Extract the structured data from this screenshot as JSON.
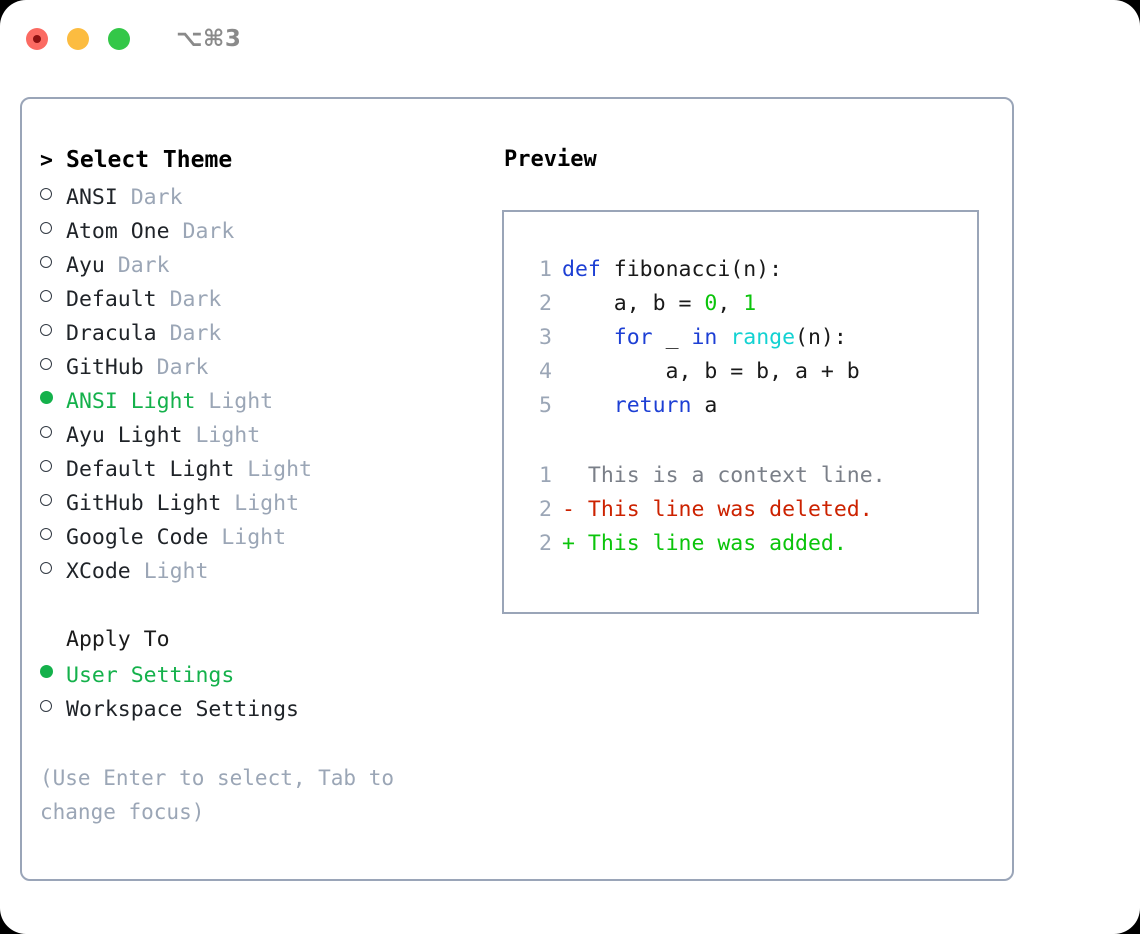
{
  "window": {
    "shortcut_label": "⌥⌘3",
    "traffic_lights": [
      {
        "name": "close",
        "color": "#fb6a62"
      },
      {
        "name": "minimize",
        "color": "#fcbc40"
      },
      {
        "name": "maximize",
        "color": "#33c748"
      }
    ]
  },
  "theme_picker": {
    "header_marker": ">",
    "header": "Select Theme",
    "items": [
      {
        "marker": "ring",
        "name": "ANSI",
        "kind": "Dark",
        "selected": false
      },
      {
        "marker": "ring",
        "name": "Atom One",
        "kind": "Dark",
        "selected": false
      },
      {
        "marker": "ring",
        "name": "Ayu",
        "kind": "Dark",
        "selected": false
      },
      {
        "marker": "ring",
        "name": "Default",
        "kind": "Dark",
        "selected": false
      },
      {
        "marker": "ring",
        "name": "Dracula",
        "kind": "Dark",
        "selected": false
      },
      {
        "marker": "ring",
        "name": "GitHub",
        "kind": "Dark",
        "selected": false
      },
      {
        "marker": "dot",
        "name": "ANSI Light",
        "kind": "Light",
        "selected": true
      },
      {
        "marker": "ring",
        "name": "Ayu Light",
        "kind": "Light",
        "selected": false
      },
      {
        "marker": "ring",
        "name": "Default Light",
        "kind": "Light",
        "selected": false
      },
      {
        "marker": "ring",
        "name": "GitHub Light",
        "kind": "Light",
        "selected": false
      },
      {
        "marker": "ring",
        "name": "Google Code",
        "kind": "Light",
        "selected": false
      },
      {
        "marker": "ring",
        "name": "XCode",
        "kind": "Light",
        "selected": false
      }
    ]
  },
  "apply_to": {
    "header": "Apply To",
    "options": [
      {
        "marker": "dot",
        "label": "User Settings",
        "selected": true
      },
      {
        "marker": "ring",
        "label": "Workspace Settings",
        "selected": false
      }
    ]
  },
  "hint": "(Use Enter to select, Tab to change focus)",
  "preview": {
    "title": "Preview",
    "code_lines": [
      {
        "num": "1",
        "tokens": [
          {
            "t": "def",
            "c": "kw"
          },
          {
            "t": " fibonacci(n):",
            "c": "plain"
          }
        ]
      },
      {
        "num": "2",
        "tokens": [
          {
            "t": "    a, b = ",
            "c": "plain"
          },
          {
            "t": "0",
            "c": "num"
          },
          {
            "t": ", ",
            "c": "plain"
          },
          {
            "t": "1",
            "c": "num"
          }
        ]
      },
      {
        "num": "3",
        "tokens": [
          {
            "t": "    ",
            "c": "plain"
          },
          {
            "t": "for",
            "c": "kw"
          },
          {
            "t": " _ ",
            "c": "plain"
          },
          {
            "t": "in",
            "c": "kw"
          },
          {
            "t": " ",
            "c": "plain"
          },
          {
            "t": "range",
            "c": "fn"
          },
          {
            "t": "(n):",
            "c": "plain"
          }
        ]
      },
      {
        "num": "4",
        "tokens": [
          {
            "t": "        a, b = b, a + b",
            "c": "plain"
          }
        ]
      },
      {
        "num": "5",
        "tokens": [
          {
            "t": "    ",
            "c": "plain"
          },
          {
            "t": "return",
            "c": "kw"
          },
          {
            "t": " a",
            "c": "plain"
          }
        ]
      }
    ],
    "diff_lines": [
      {
        "num": "1",
        "sign": " ",
        "text": "This is a context line.",
        "kind": "ctx"
      },
      {
        "num": "2",
        "sign": "-",
        "text": "This line was deleted.",
        "kind": "del"
      },
      {
        "num": "2",
        "sign": "+",
        "text": "This line was added.",
        "kind": "add"
      }
    ]
  },
  "colors": {
    "accent_green": "#14b14b",
    "muted": "#9ba6b6",
    "keyword": "#1d3fd4",
    "function": "#13d2d2",
    "number": "#0bc40b",
    "diff_delete": "#cc2200",
    "diff_add": "#0bc40b",
    "border": "#9aa5b8"
  }
}
